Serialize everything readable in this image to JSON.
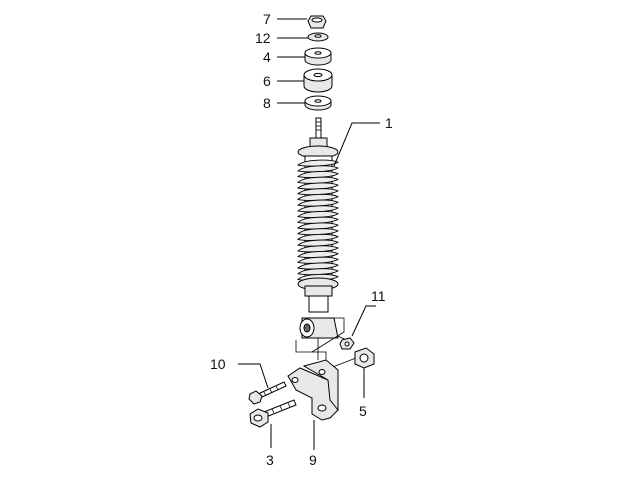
{
  "diagram": {
    "callouts": {
      "c1": "1",
      "c3": "3",
      "c4": "4",
      "c5": "5",
      "c6": "6",
      "c7": "7",
      "c8": "8",
      "c9": "9",
      "c10": "10",
      "c11": "11",
      "c12": "12"
    }
  }
}
